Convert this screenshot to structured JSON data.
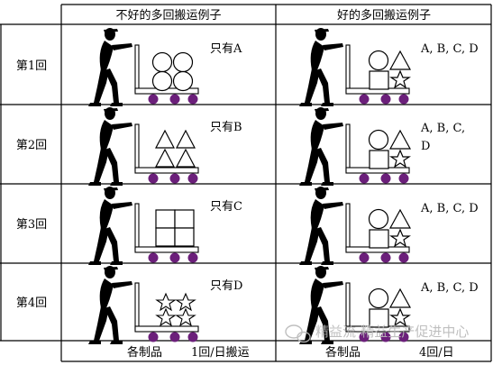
{
  "header": {
    "bad_title": "不好的多回搬运例子",
    "good_title": "好的多回搬运例子"
  },
  "rows": [
    {
      "label": "第1回",
      "bad_text": "只有A",
      "bad_load": "circle",
      "good_lines": [
        "A, B, C, D"
      ]
    },
    {
      "label": "第2回",
      "bad_text": "只有B",
      "bad_load": "triangle",
      "good_lines": [
        "A, B, C,",
        "D"
      ]
    },
    {
      "label": "第3回",
      "bad_text": "只有C",
      "bad_load": "square",
      "good_lines": [
        "A, B, C, D"
      ]
    },
    {
      "label": "第4回",
      "bad_text": "只有D",
      "bad_load": "star",
      "good_lines": [
        "A, B, C, D"
      ]
    }
  ],
  "footer": {
    "bad_left": "各制品",
    "bad_right": "1回/日搬运",
    "good_left": "各制品",
    "good_right": "4回/日"
  },
  "watermark": "精益流-精益生产促进中心",
  "colors": {
    "line": "#000000",
    "wheel": "#6b1f7a",
    "silhouette": "#000000",
    "watermark": "#b9b9b9"
  }
}
